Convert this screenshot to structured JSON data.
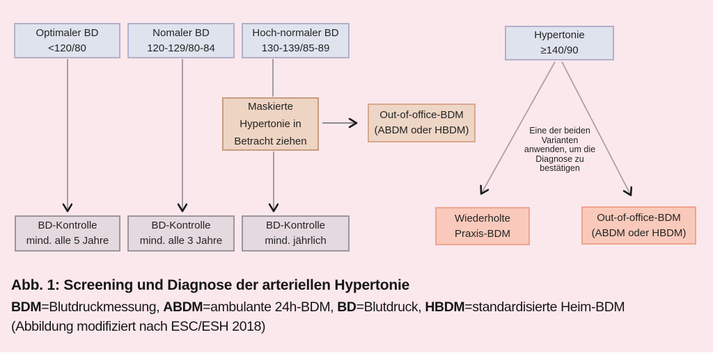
{
  "figure": {
    "background_color": "#fbe8ec",
    "footer_strip_color": "#ffffff"
  },
  "colors": {
    "blue_box_fill": "#dfe3ee",
    "blue_box_border": "#b2b0c8",
    "tan_box_fill": "#eed4c3",
    "tan_box_border": "#c69c7e",
    "mauve_box_fill": "#e4d9de",
    "mauve_box_border": "#9c969c",
    "salmon_box_fill": "#f9cabb",
    "salmon_box_border": "#efa28e",
    "connector_gray": "#8e8892",
    "arrowhead_black": "#1a1a1a"
  },
  "flowchart": {
    "top_row": [
      {
        "lines": [
          "Optimaler BD",
          "<120/80"
        ]
      },
      {
        "lines": [
          "Nomaler BD",
          "120-129/80-84"
        ]
      },
      {
        "lines": [
          "Hoch-normaler BD",
          "130-139/85-89"
        ]
      },
      {
        "lines": [
          "Hypertonie",
          "≥140/90"
        ]
      }
    ],
    "masked_box": {
      "lines": [
        "Maskierte",
        "Hypertonie in",
        "Betracht ziehen"
      ]
    },
    "out_of_office_top": {
      "lines": [
        "Out-of-office-BDM",
        "(ABDM oder HBDM)"
      ]
    },
    "annotation": {
      "lines": [
        "Eine der beiden",
        "Varianten",
        "anwenden, um die",
        "Diagnose zu",
        "bestätigen"
      ]
    },
    "bottom_row": [
      {
        "lines": [
          "BD-Kontrolle",
          "mind. alle 5 Jahre"
        ]
      },
      {
        "lines": [
          "BD-Kontrolle",
          "mind. alle 3 Jahre"
        ]
      },
      {
        "lines": [
          "BD-Kontrolle",
          "mind. jährlich"
        ]
      },
      {
        "lines": [
          "Wiederholte",
          "Praxis-BDM"
        ]
      },
      {
        "lines": [
          "Out-of-office-BDM",
          "(ABDM oder HBDM)"
        ]
      }
    ]
  },
  "caption": {
    "title": "Abb. 1: Screening und Diagnose der arteriellen Hypertonie",
    "abbreviations": [
      {
        "term": "BDM",
        "definition": "=Blutdruckmessung, "
      },
      {
        "term": "ABDM",
        "definition": "=ambulante 24h-BDM, "
      },
      {
        "term": "BD",
        "definition": "=Blutdruck, "
      },
      {
        "term": "HBDM",
        "definition": "=standardisierte Heim-BDM"
      }
    ],
    "source": "(Abbildung modifiziert nach ESC/ESH 2018)"
  }
}
